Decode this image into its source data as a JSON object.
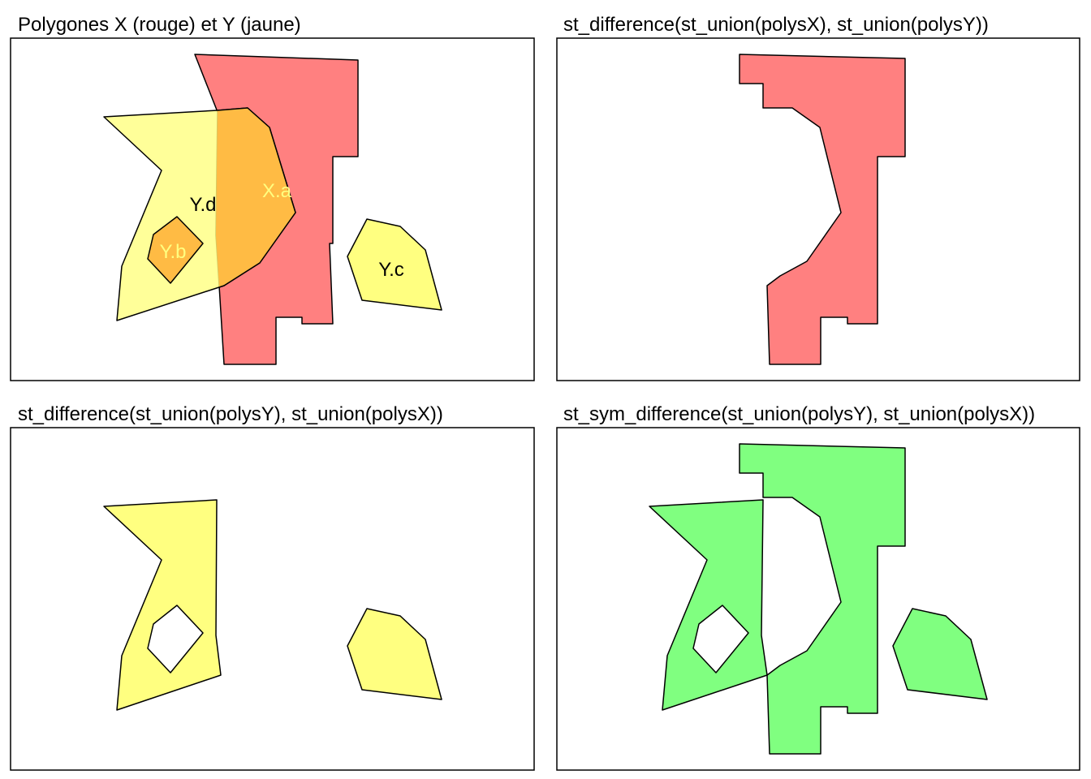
{
  "colors": {
    "red": "#ff8080",
    "yellow": "#ffff80",
    "overlap": "#ffbb44",
    "green": "#80ff80",
    "label_dark": "#000000",
    "label_light": "#ffff80"
  },
  "panels": [
    {
      "id": "panel-overlay",
      "title": "Polygones X (rouge) et Y (jaune)",
      "labels": [
        {
          "id": "Yd",
          "text": "Y.d",
          "color": "label_dark"
        },
        {
          "id": "Xa",
          "text": "X.a",
          "color": "label_light"
        },
        {
          "id": "Yb",
          "text": "Y.b",
          "color": "label_light"
        },
        {
          "id": "Yc",
          "text": "Y.c",
          "color": "label_dark"
        }
      ]
    },
    {
      "id": "panel-diff-xy",
      "title": "st_difference(st_union(polysX), st_union(polysY))"
    },
    {
      "id": "panel-diff-yx",
      "title": "st_difference(st_union(polysY), st_union(polysX))"
    },
    {
      "id": "panel-symdiff",
      "title": "st_sym_difference(st_union(polysY), st_union(polysX))"
    }
  ]
}
